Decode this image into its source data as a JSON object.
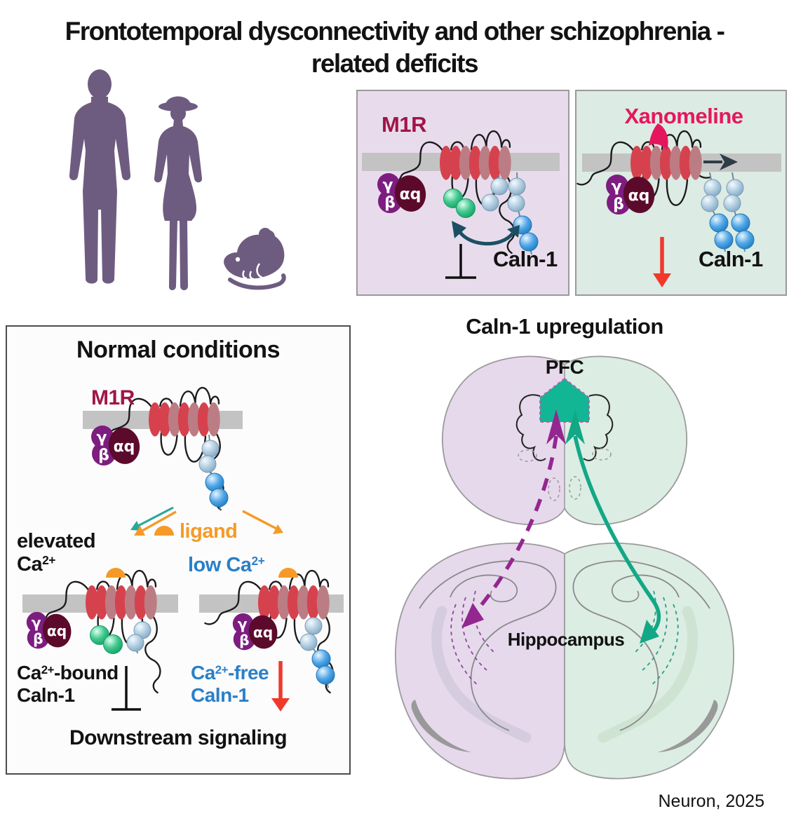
{
  "title": {
    "line1": "Frontotemporal dysconnectivity and other schizophrenia -",
    "line2": "related deficits"
  },
  "citation": "Neuron, 2025",
  "gprotein": {
    "gamma": "γ",
    "beta": "β",
    "alpha_q": "αq"
  },
  "panel_m1r": {
    "receptor_label": "M1R",
    "caln_label": "Caln-1"
  },
  "panel_xanomeline": {
    "drug_label": "Xanomeline",
    "caln_label": "Caln-1"
  },
  "panel_normal": {
    "title": "Normal conditions",
    "receptor_label": "M1R",
    "ligand_label": "ligand",
    "elevated_word": "elevated",
    "ca": "Ca",
    "ca_sup": "2+",
    "low_prefix": "low Ca",
    "bound_suffix": "-bound",
    "free_suffix": "-free",
    "caln": "Caln-1",
    "downstream": "Downstream signaling"
  },
  "upregulation": {
    "title": "Caln-1 upregulation",
    "pfc_label": "PFC",
    "hippocampus_label": "Hippocampus"
  },
  "colors": {
    "m1r_crimson": "#a11548",
    "xanomeline_pink": "#e4175e",
    "ligand_orange": "#f59a28",
    "ca_blue": "#2a7fc9",
    "arrow_red": "#f0392c",
    "pathway_teal": "#12a886",
    "pathway_purple": "#93278f",
    "pentagon_teal": "#12b694",
    "silhouette": "#6e5c80",
    "membrane_gray": "#c3c3c3",
    "helix_red": "#d5424e",
    "bead_green": "#35c287",
    "bead_blue": "#3f9ade",
    "bead_gray_blue": "#a6c6dd",
    "gprotein_purple": "#7d1d80",
    "gprotein_maroon": "#5c0a2b",
    "panel_purple_bg": "#e8dcec",
    "panel_green_bg": "#dcebe3",
    "brain_purple": "#e6d9ec",
    "brain_green": "#dcede3"
  }
}
